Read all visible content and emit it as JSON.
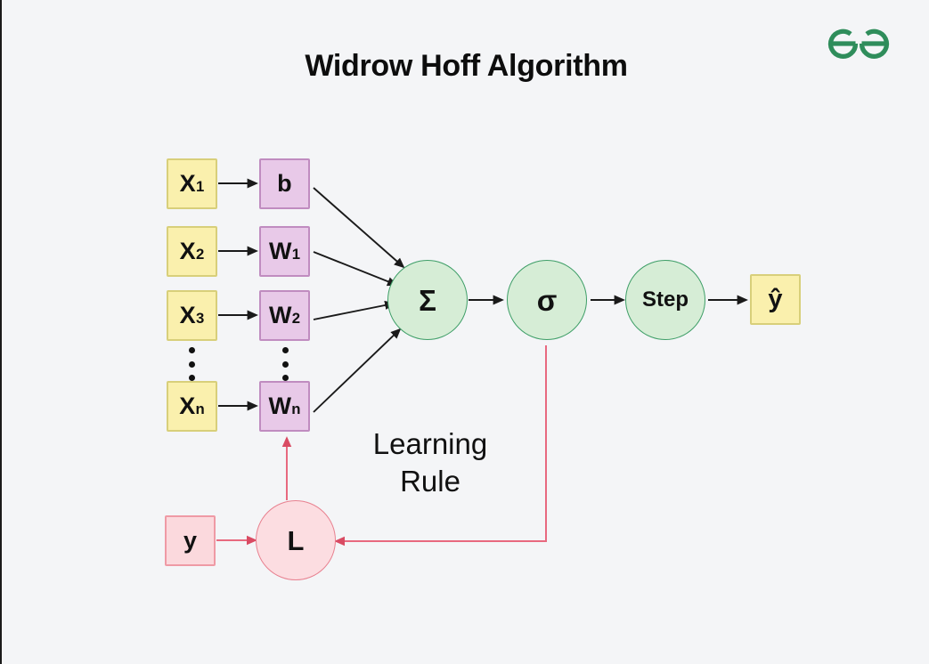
{
  "page": {
    "title": "Widrow Hoff Algorithm",
    "background_color": "#f4f5f7"
  },
  "logo": {
    "name": "geeksforgeeks-logo",
    "color": "#2f8d5b"
  },
  "colors": {
    "input_fill": "#faf0ad",
    "input_border": "#d8cf7a",
    "weight_fill": "#e8c9e8",
    "weight_border": "#c08cc0",
    "neuron_fill": "#d6edd6",
    "neuron_border": "#3e9e67",
    "loss_fill": "#fcdde1",
    "loss_border": "#e8808f",
    "forward_edge": "#1a1a1a",
    "feedback_edge": "#e8697f",
    "text": "#111111"
  },
  "inputs": [
    {
      "label": "X",
      "subscript": "1"
    },
    {
      "label": "X",
      "subscript": "2"
    },
    {
      "label": "X",
      "subscript": "3"
    },
    {
      "label": "X",
      "subscript": "n"
    }
  ],
  "weights": [
    {
      "label": "b",
      "subscript": ""
    },
    {
      "label": "W",
      "subscript": "1"
    },
    {
      "label": "W",
      "subscript": "2"
    },
    {
      "label": "W",
      "subscript": "n"
    }
  ],
  "neurons": [
    {
      "label": "Σ",
      "name": "summation-node"
    },
    {
      "label": "σ",
      "name": "activation-node"
    },
    {
      "label": "Step",
      "name": "step-function-node"
    }
  ],
  "output": {
    "label": "ŷ",
    "name": "predicted-output-box"
  },
  "target": {
    "label": "y",
    "name": "target-output-box"
  },
  "loss": {
    "label": "L",
    "name": "loss-node"
  },
  "learning_rule": {
    "line1": "Learning",
    "line2": "Rule"
  }
}
